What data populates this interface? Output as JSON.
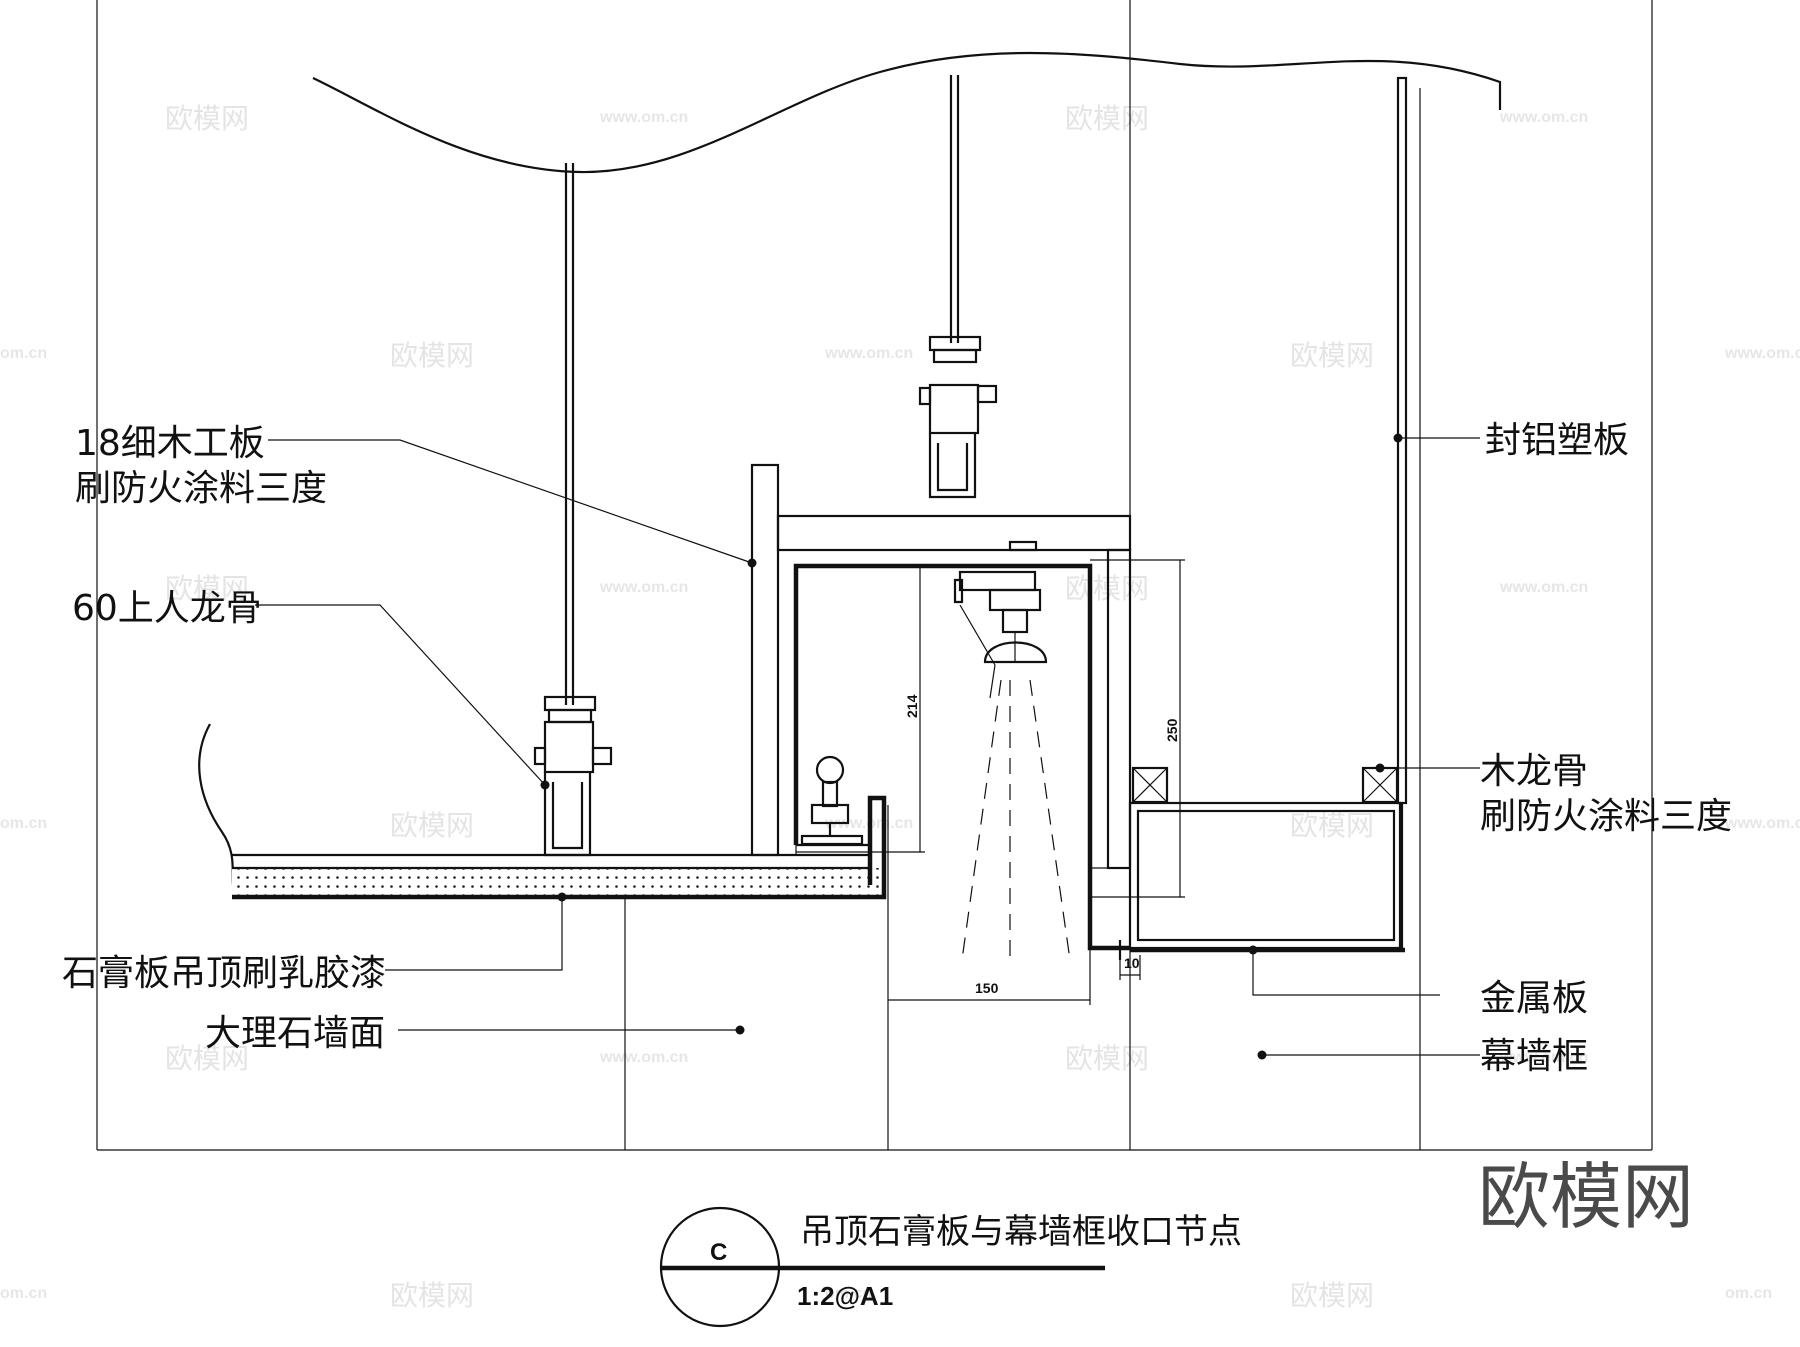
{
  "labels": {
    "plywood_line1": "18细木工板",
    "plywood_line2": "刷防火涂料三度",
    "keel": "60上人龙骨",
    "gypsum": "石膏板吊顶刷乳胶漆",
    "marble": "大理石墙面",
    "alu_panel": "封铝塑板",
    "wood_keel_line1": "木龙骨",
    "wood_keel_line2": "刷防火涂料三度",
    "metal_panel": "金属板",
    "curtain_frame": "幕墙框"
  },
  "dimensions": {
    "d214": "214",
    "d250": "250",
    "d150": "150",
    "d10": "10"
  },
  "title": {
    "mark": "C",
    "name": "吊顶石膏板与幕墙框收口节点",
    "scale": "1:2@A1"
  },
  "watermark": {
    "text": "欧模网",
    "url": "www.om.cn",
    "url_short": "om.cn"
  },
  "logo": {
    "text": "欧模网"
  },
  "colors": {
    "ink": "#111111",
    "watermark": "#cfcfcf",
    "logo": "#4a4a4a"
  }
}
